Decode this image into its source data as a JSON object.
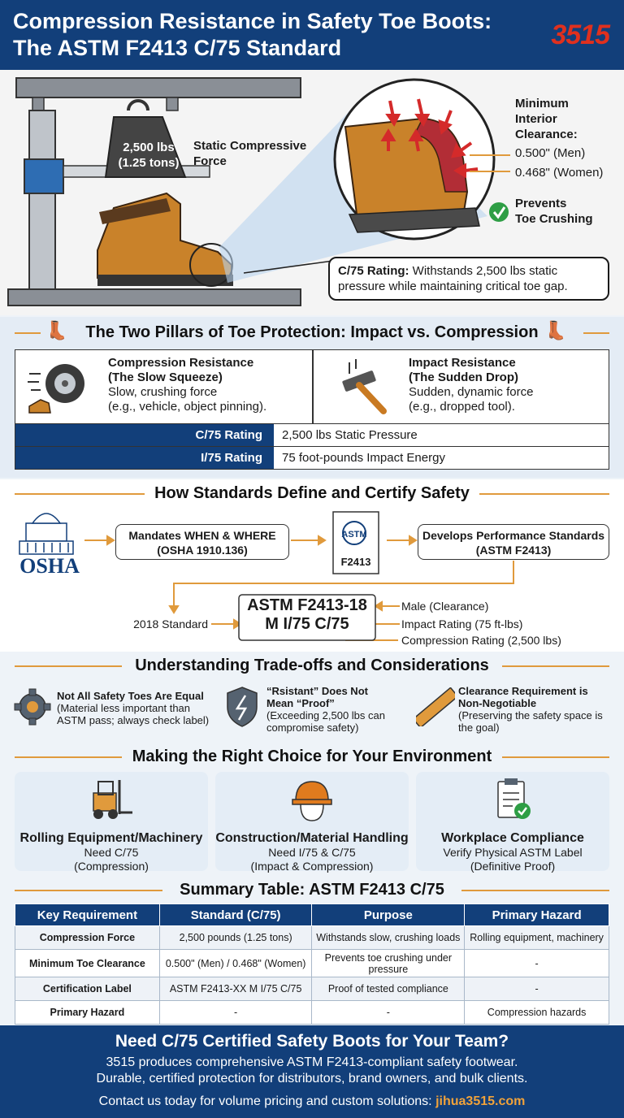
{
  "header": {
    "title_line1": "Compression Resistance in Safety Toe Boots:",
    "title_line2": "The ASTM F2413 C/75 Standard",
    "logo": "3515"
  },
  "hero": {
    "weight_line1": "2,500 lbs",
    "weight_line2": "(1.25 tons)",
    "force_line1": "Static Compressive",
    "force_line2": "Force",
    "clearance_title_1": "Minimum",
    "clearance_title_2": "Interior",
    "clearance_title_3": "Clearance:",
    "clearance_men": "0.500\" (Men)",
    "clearance_women": "0.468\" (Women)",
    "prevents_1": "Prevents",
    "prevents_2": "Toe Crushing",
    "rating_bold": "C/75 Rating:",
    "rating_line1": " Withstands 2,500 lbs static",
    "rating_line2": "pressure while maintaining critical toe gap."
  },
  "pillars": {
    "title": "The Two Pillars of Toe Protection: Impact vs. Compression",
    "compression_title1": "Compression Resistance",
    "compression_title2": "(The Slow Squeeze)",
    "compression_desc1": "Slow, crushing force",
    "compression_desc2": "(e.g., vehicle, object pinning).",
    "impact_title1": "Impact Resistance",
    "impact_title2": "(The Sudden Drop)",
    "impact_desc1": "Sudden, dynamic force",
    "impact_desc2": "(e.g., dropped tool).",
    "rows": [
      {
        "label": "C/75 Rating",
        "value": "2,500 lbs Static Pressure"
      },
      {
        "label": "I/75 Rating",
        "value": "75 foot-pounds Impact Energy"
      }
    ]
  },
  "standards": {
    "title": "How Standards Define and Certify Safety",
    "osha": "OSHA",
    "mandates_1": "Mandates WHEN & WHERE",
    "mandates_2": "(OSHA 1910.136)",
    "doc_label": "F2413",
    "develops_1": "Develops Performance Standards",
    "develops_2": "(ASTM F2413)",
    "label_line1": "ASTM F2413-18",
    "label_line2": "M I/75 C/75",
    "year": "2018 Standard",
    "male": "Male (Clearance)",
    "impact": "Impact Rating (75 ft-lbs)",
    "compression": "Compression Rating (2,500 lbs)"
  },
  "tradeoffs": {
    "title": "Understanding Trade-offs and Considerations",
    "items": [
      {
        "t1": "Not All Safety Toes Are Equal",
        "t2": "",
        "d1": "(Material less important than",
        "d2": "ASTM pass; always check label)"
      },
      {
        "t1": "“Rsistant” Does Not",
        "t2": "Mean “Proof”",
        "d1": "(Exceeding 2,500 lbs can",
        "d2": "compromise safety)"
      },
      {
        "t1": "Clearance Requirement is",
        "t2": "Non-Negotiable",
        "d1": "(Preserving the safety space is",
        "d2": "the goal)"
      }
    ]
  },
  "choice": {
    "title": "Making the Right Choice for Your Environment",
    "cards": [
      {
        "title": "Rolling Equipment/Machinery",
        "d1": "Need C/75",
        "d2": "(Compression)"
      },
      {
        "title": "Construction/Material Handling",
        "d1": "Need I/75 & C/75",
        "d2": "(Impact & Compression)"
      },
      {
        "title": "Workplace Compliance",
        "d1": "Verify Physical ASTM Label",
        "d2": "(Definitive Proof)"
      }
    ]
  },
  "summary": {
    "title": "Summary Table: ASTM F2413 C/75",
    "headers": [
      "Key Requirement",
      "Standard (C/75)",
      "Purpose",
      "Primary Hazard"
    ],
    "rows": [
      [
        "Compression Force",
        "2,500 pounds (1.25 tons)",
        "Withstands slow, crushing loads",
        "Rolling equipment, machinery"
      ],
      [
        "Minimum Toe Clearance",
        "0.500\" (Men) / 0.468\" (Women)",
        "Prevents toe crushing under pressure",
        "-"
      ],
      [
        "Certification Label",
        "ASTM F2413-XX M I/75 C/75",
        "Proof of tested compliance",
        "-"
      ],
      [
        "Primary Hazard",
        "-",
        "-",
        "Compression hazards"
      ]
    ]
  },
  "footer": {
    "headline": "Need C/75 Certified Safety Boots for Your Team?",
    "line1": "3515 produces comprehensive ASTM F2413-compliant safety footwear.",
    "line2": "Durable, certified protection for distributors, brand owners, and bulk clients.",
    "contact": "Contact us today for volume pricing and custom solutions: ",
    "url": "jihua3515.com"
  }
}
